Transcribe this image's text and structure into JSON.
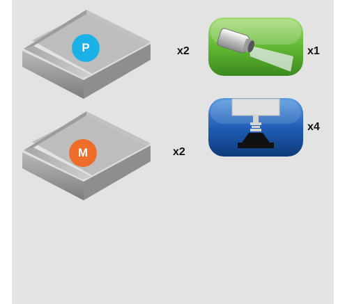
{
  "drawers": [
    {
      "badge": "P",
      "badge_color": "#1ab2e6",
      "quantity": "x2",
      "icon": "drawer-icon"
    },
    {
      "badge": "M",
      "badge_color": "#ee6d2a",
      "quantity": "x2",
      "icon": "drawer-icon"
    }
  ],
  "tools": [
    {
      "quantity": "x1",
      "icon": "spray-nozzle-icon",
      "color": "#5fb832"
    },
    {
      "quantity": "x4",
      "icon": "press-icon",
      "color": "#1b5bb3"
    }
  ]
}
